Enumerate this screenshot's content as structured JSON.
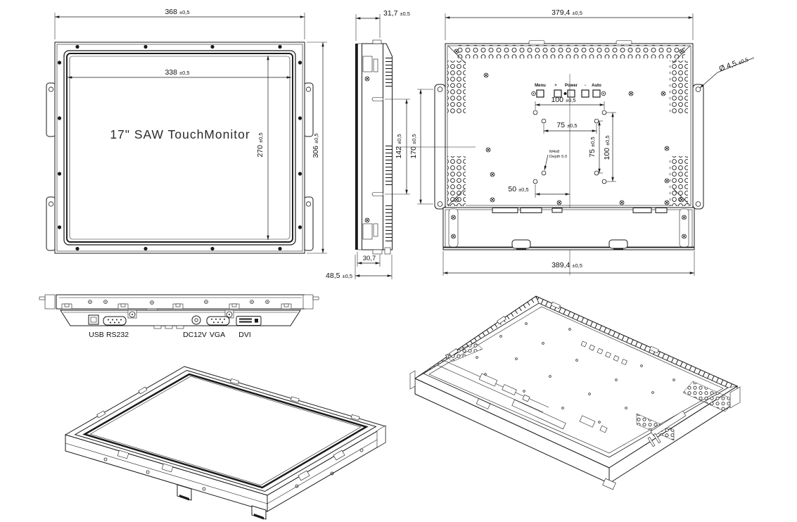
{
  "views": {
    "front": {
      "label": "17\" SAW TouchMonitor",
      "dims": {
        "outer_width": {
          "value": "368",
          "tol": "±0,5"
        },
        "screen_width": {
          "value": "338",
          "tol": "±0,5"
        },
        "screen_height": {
          "value": "270",
          "tol": "±0,5"
        },
        "outer_height": {
          "value": "306",
          "tol": "±0,5"
        }
      }
    },
    "side": {
      "dims": {
        "depth_top": {
          "value": "31,7",
          "tol": "±0,5"
        },
        "stud_spacing": {
          "value": "142",
          "tol": "±0,5"
        },
        "bracket_hole_spacing": {
          "value": "170",
          "tol": "±0,5"
        },
        "depth_inner": {
          "value": "30,7",
          "tol": ""
        },
        "depth_total": {
          "value": "48,5",
          "tol": "±0,5"
        }
      }
    },
    "rear": {
      "controls": [
        "Menu",
        "+",
        "Power",
        "-",
        "Auto"
      ],
      "thread_note": [
        "M4x8",
        "Depth 5.0"
      ],
      "dims": {
        "top_width": {
          "value": "379,4",
          "tol": "±0,5"
        },
        "bottom_width": {
          "value": "389,4",
          "tol": "±0,5"
        },
        "vesa100_h": {
          "value": "100",
          "tol": "±0,5"
        },
        "vesa75_h": {
          "value": "75",
          "tol": "±0,5"
        },
        "vesa75_v": {
          "value": "75",
          "tol": "±0,5"
        },
        "vesa100_v": {
          "value": "100",
          "tol": "±0,5"
        },
        "hole_to_center": {
          "value": "50",
          "tol": "±0,5"
        },
        "ear_hole_dia": {
          "value": "Ø 4,5",
          "tol": "±0,5"
        }
      }
    },
    "bottom": {
      "connectors": [
        "USB",
        "RS232",
        "DC12V",
        "VGA",
        "DVI"
      ]
    }
  },
  "colors": {
    "line": "#1a1a1a",
    "background": "#ffffff"
  }
}
